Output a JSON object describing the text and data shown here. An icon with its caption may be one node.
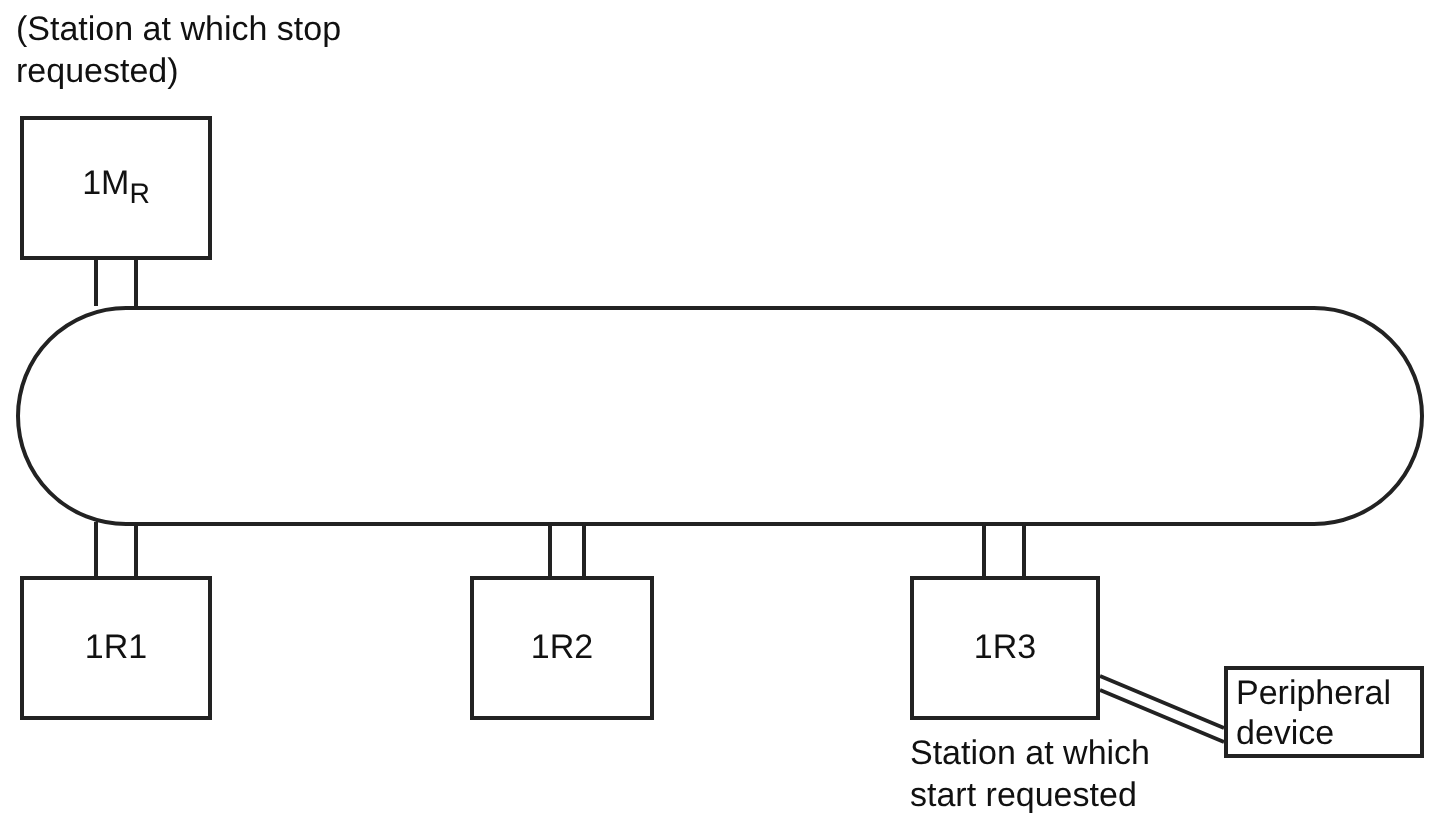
{
  "diagram": {
    "nodes": [
      {
        "text": [
          "1M$_{R}$"
        ],
        "beside": [
          "(Station at which stop requested)"
        ]
      },
      {
        "text": [],
        "shape": "stadium"
      },
      {
        "text": [
          "1R1"
        ]
      },
      {
        "text": [
          "1R2"
        ]
      },
      {
        "text": [
          "1R3"
        ],
        "beside": [
          "Station at which start requested"
        ]
      },
      {
        "text": [
          "Peripheral device"
        ]
      }
    ],
    "edges": [
      {
        "from": 0,
        "to": 1,
        "arrow": "none"
      },
      {
        "from": 2,
        "to": 1,
        "arrow": "none"
      },
      {
        "from": 3,
        "to": 1,
        "arrow": "none"
      },
      {
        "from": 4,
        "to": 1,
        "arrow": "none"
      },
      {
        "from": 4,
        "to": 5,
        "arrow": "none"
      }
    ]
  }
}
